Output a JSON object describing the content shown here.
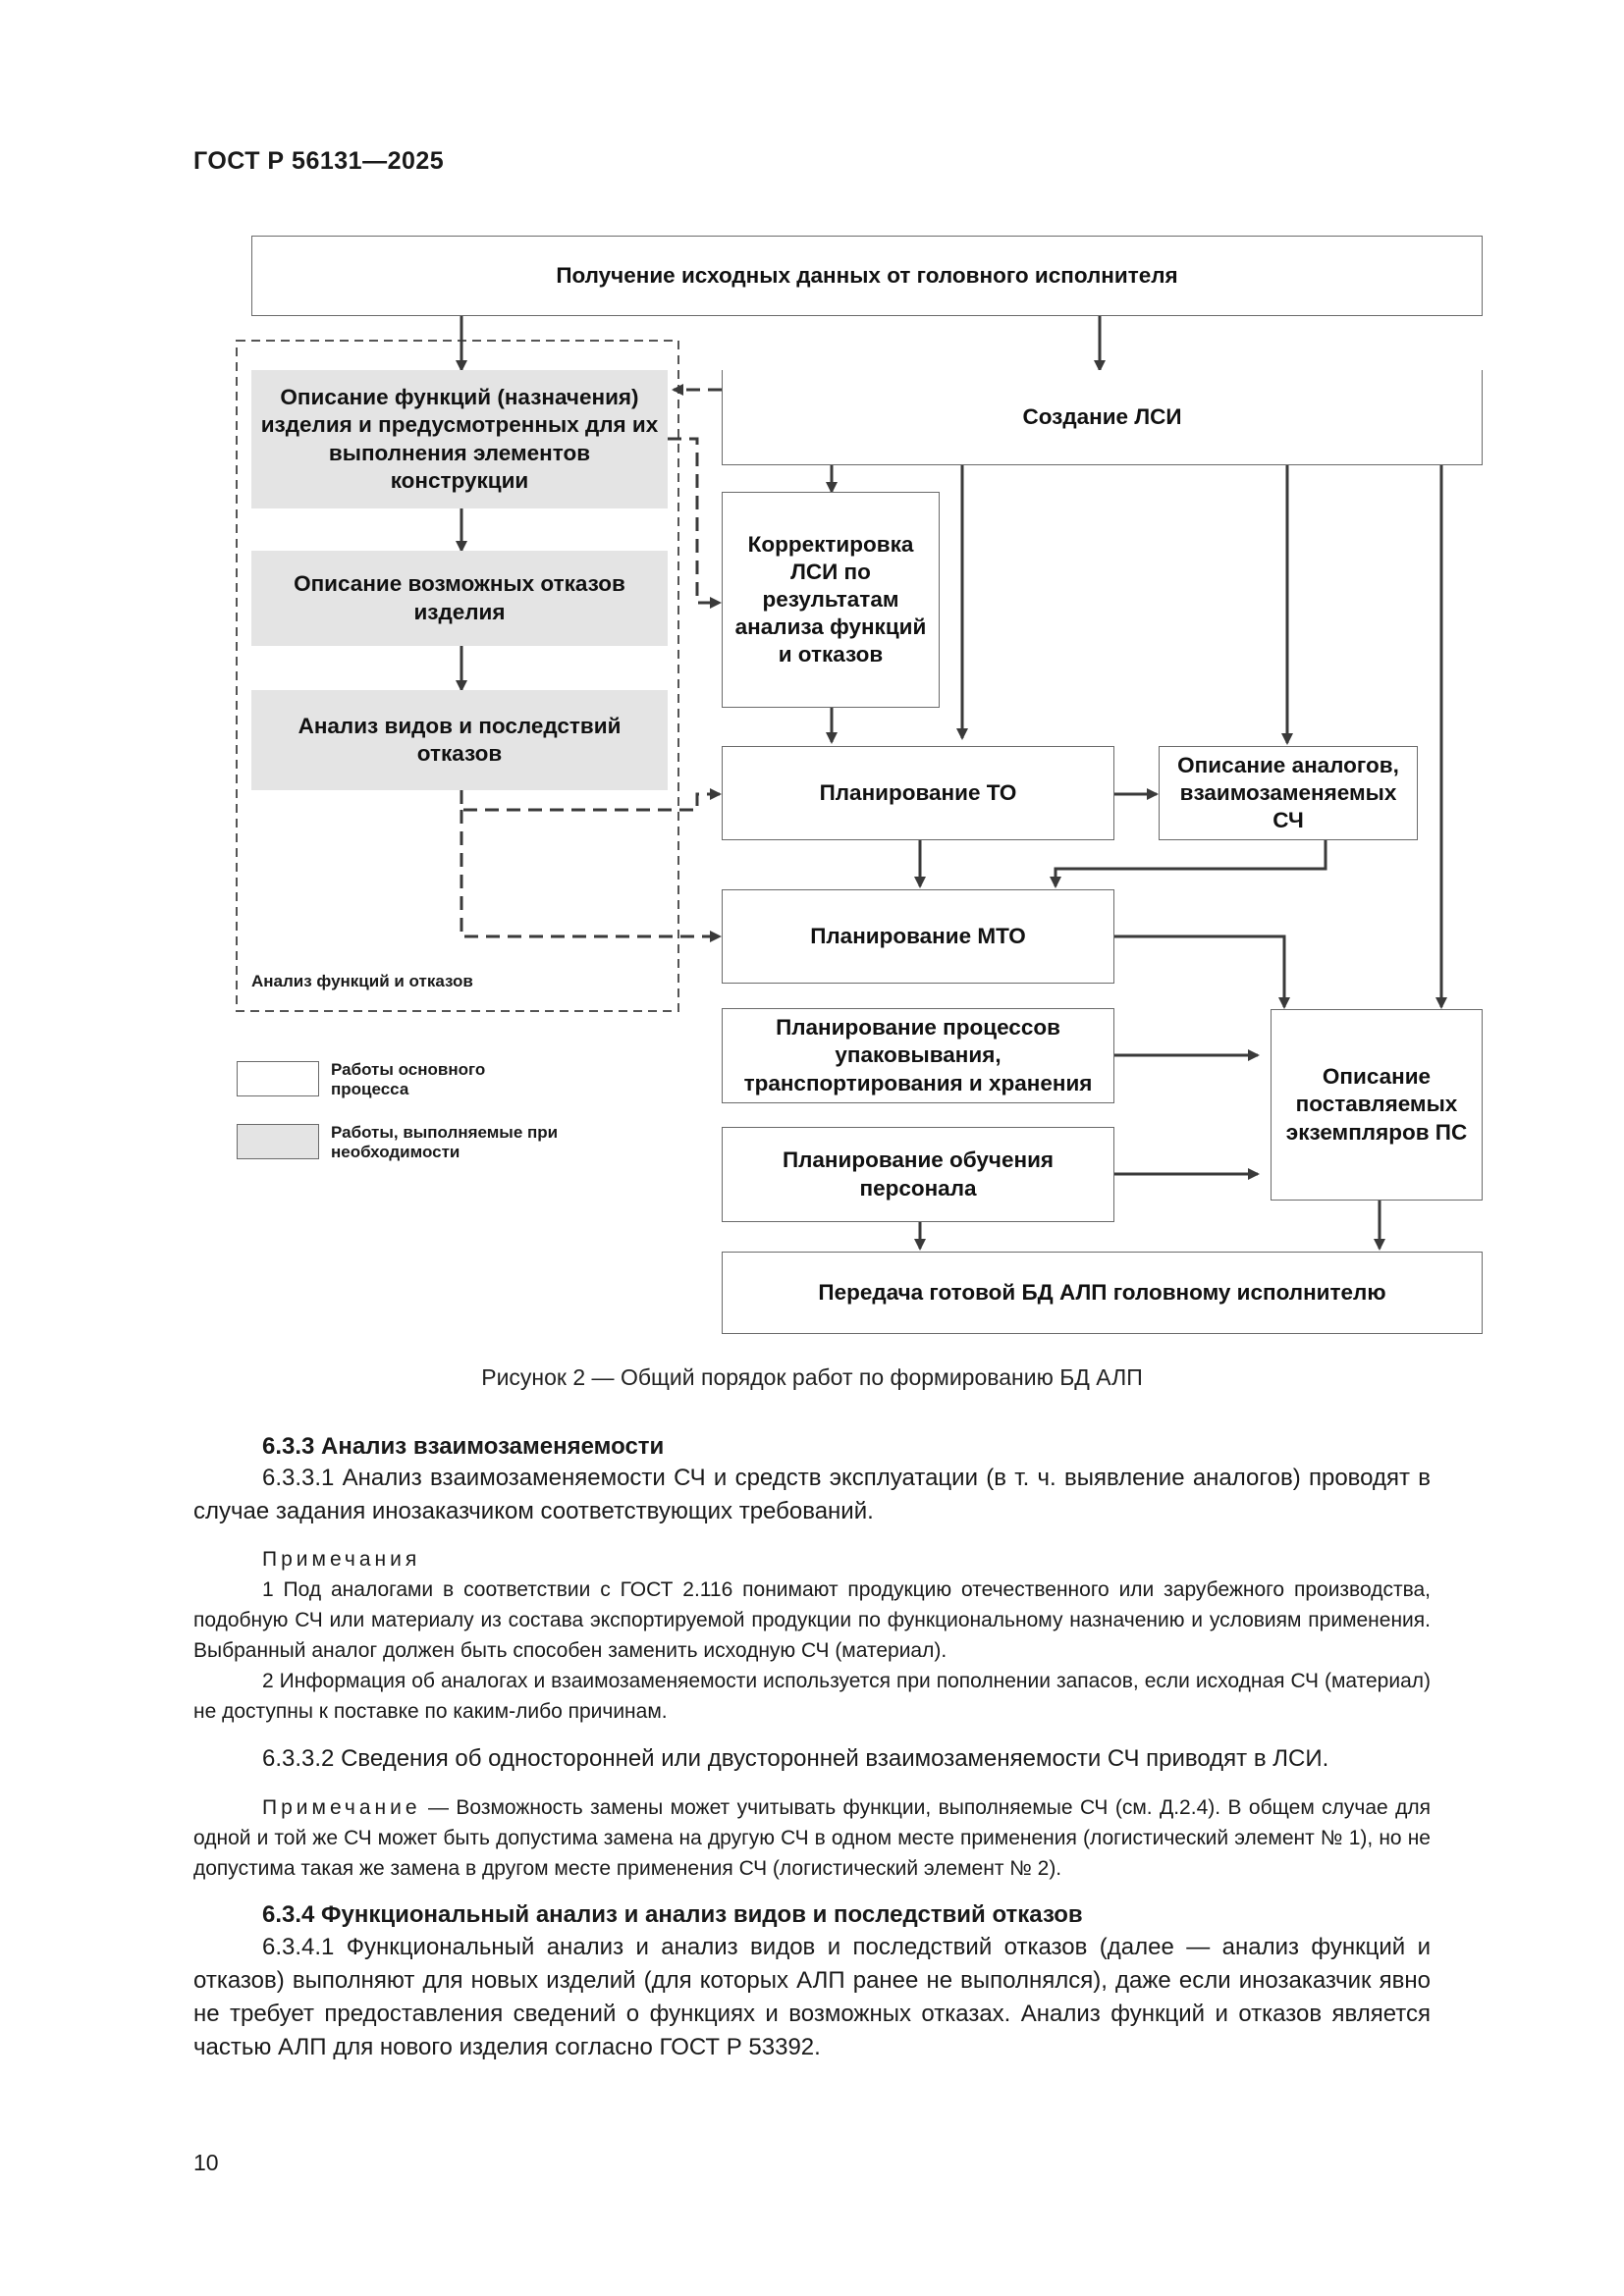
{
  "header": {
    "doc_code": "ГОСТ Р 56131—2025"
  },
  "diagram": {
    "top_box": "Получение исходных данных от головного исполнителя",
    "create_lsi": "Создание ЛСИ",
    "func_desc": "Описание функций (назначения) изделия и предусмотренных для их выполнения элементов конструкции",
    "failure_desc": "Описание возможных отказов изделия",
    "fmea": "Анализ видов и последствий отказов",
    "lsi_correction": "Корректировка ЛСИ по результатам анализа функций и отказов",
    "to_planning": "Планирование ТО",
    "analogs_desc": "Описание аналогов, взаимозаменяемых СЧ",
    "mto_planning": "Планирование МТО",
    "packaging_planning": "Планирование процессов упаковывания, транспортирования и хранения",
    "training_planning": "Планирование обучения персонала",
    "supplied_desc": "Описание поставляемых экземпляров ПС",
    "handover": "Передача готовой БД АЛП головному исполнителю",
    "group_label": "Анализ функций и отказов",
    "legend": {
      "main": "Работы основного процесса",
      "optional": "Работы, выполняемые при необходимости"
    }
  },
  "caption": "Рисунок 2 — Общий порядок работ по формированию БД АЛП",
  "sections": {
    "s633_title": "6.3.3 Анализ взаимозаменяемости",
    "s6331": "6.3.3.1 Анализ взаимозаменяемости СЧ и средств эксплуатации (в т. ч. выявление аналогов) проводят в случае задания инозаказчиком соответствующих требований.",
    "notes_title": "Примечания",
    "note1": "1 Под аналогами в соответствии с ГОСТ 2.116 понимают продукцию отечественного или зарубежного производства, подобную СЧ или материалу из состава экспортируемой продукции по функциональному назначению и условиям применения. Выбранный аналог должен быть способен заменить исходную СЧ (материал).",
    "note2": "2 Информация об аналогах и взаимозаменяемости используется при пополнении запасов, если исходная СЧ (материал) не доступны к поставке по каким-либо причинам.",
    "s6332": "6.3.3.2 Сведения об односторонней или двусторонней взаимозаменяемости СЧ приводят в ЛСИ.",
    "note_single_title": "Примечание",
    "note_single": " — Возможность замены может учитывать функции, выполняемые СЧ (см. Д.2.4). В общем случае для одной и той же СЧ может быть допустима замена на другую СЧ в одном месте применения (логистический элемент № 1), но не допустима такая же замена в другом месте применения СЧ (логистический элемент № 2).",
    "s634_title": "6.3.4 Функциональный анализ и анализ видов и последствий отказов",
    "s6341": "6.3.4.1 Функциональный анализ и анализ видов и последствий отказов (далее — анализ функций и отказов) выполняют для новых изделий (для которых АЛП ранее не выполнялся), даже если инозаказчик явно не требует предоставления сведений о функциях и возможных отказах. Анализ функций и отказов является частью АЛП для нового изделия согласно ГОСТ Р 53392."
  },
  "page_number": "10"
}
